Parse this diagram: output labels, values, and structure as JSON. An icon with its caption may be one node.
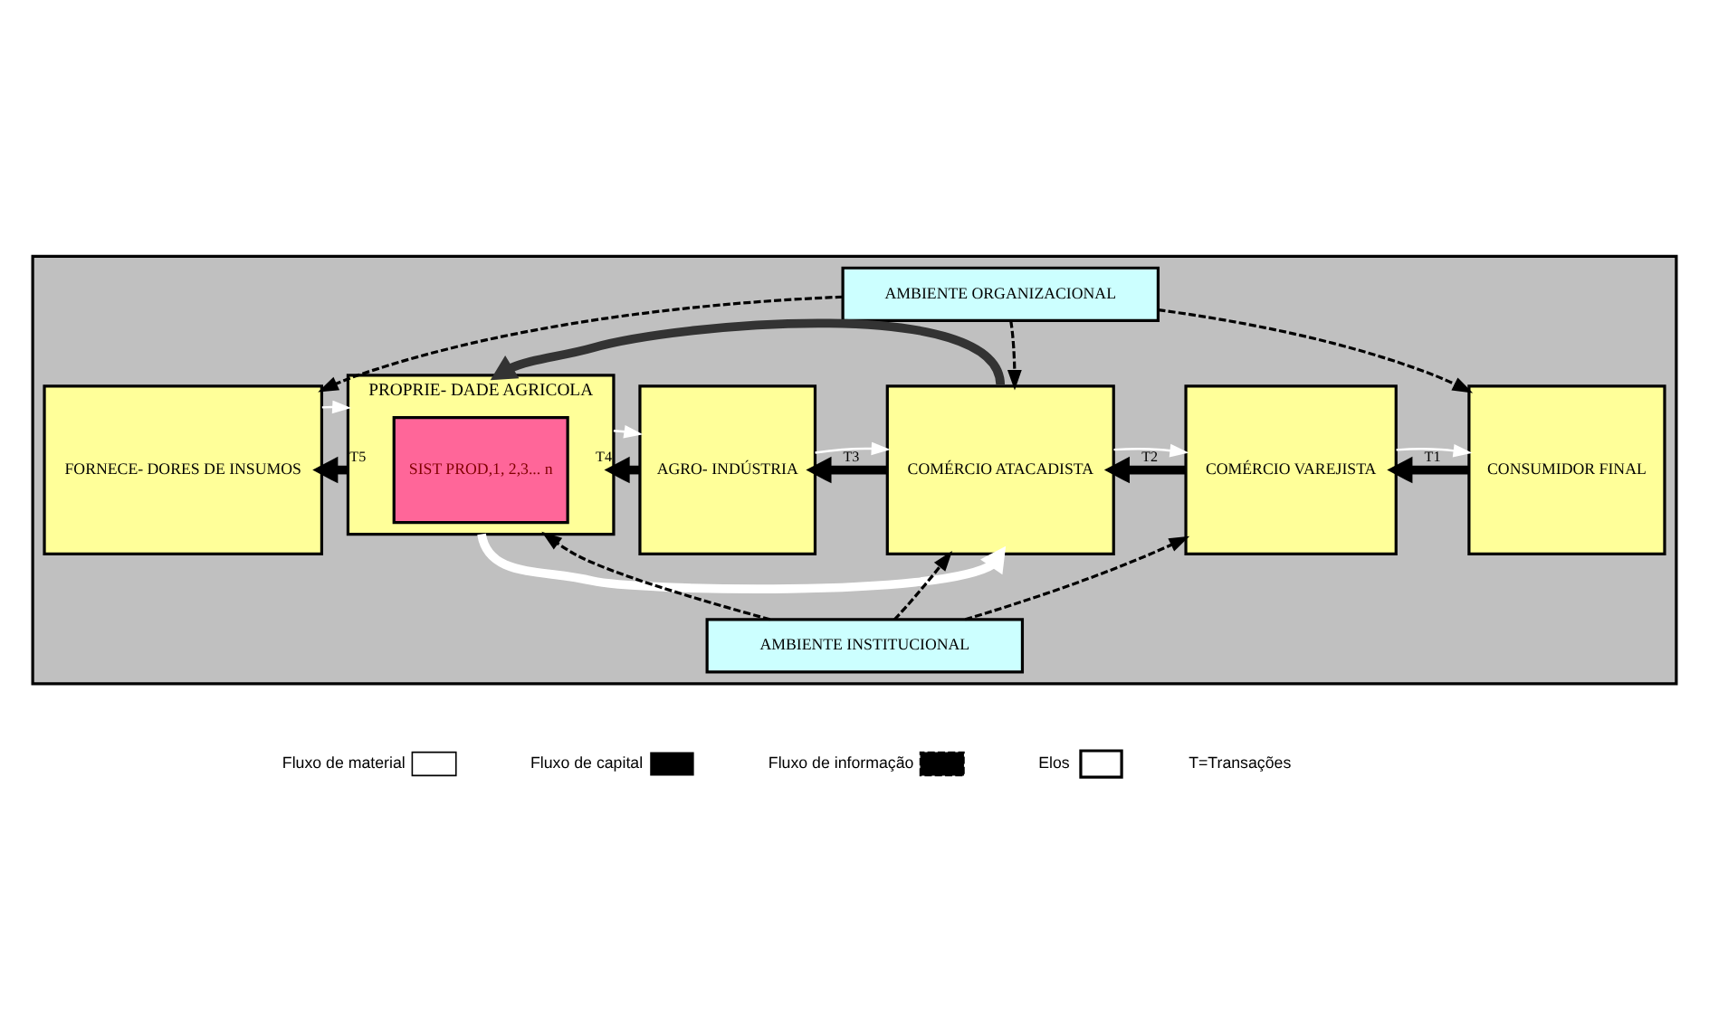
{
  "diagram": {
    "nodes": [
      {
        "text": [],
        "shape": "box"
      },
      {
        "text": [
          "AMBIENTE ORGANIZACIONAL"
        ],
        "in": 0
      },
      {
        "text": [
          "FORNECE- DORES DE INSUMOS"
        ],
        "in": 0
      },
      {
        "text": [
          "PROPRIE- DADE AGRICOLA"
        ],
        "in": 0
      },
      {
        "text": [
          "SIST PROD,1, 2,3... n"
        ],
        "in": 3
      },
      {
        "text": [
          "AGRO- INDÚSTRIA"
        ],
        "in": 0
      },
      {
        "text": [
          "COMÉRCIO ATACADISTA"
        ],
        "in": 0
      },
      {
        "text": [
          "COMÉRCIO VAREJISTA"
        ],
        "in": 0
      },
      {
        "text": [
          "CONSUMIDOR FINAL"
        ],
        "in": 0
      },
      {
        "text": [
          "AMBIENTE INSTITUCIONAL"
        ],
        "in": 0
      }
    ],
    "edges": [
      {
        "from": 1,
        "to": 2,
        "arrow": "to",
        "style": "dashed"
      },
      {
        "from": 1,
        "to": 6,
        "arrow": "to",
        "style": "dashed"
      },
      {
        "from": 1,
        "to": 8,
        "arrow": "to",
        "style": "dashed"
      },
      {
        "from": 3,
        "to": 6,
        "arrow": "to",
        "style": "thick",
        "color": "#ffffff"
      },
      {
        "from": 2,
        "to": 3,
        "arrow": "to",
        "color": "#ffffff"
      },
      {
        "from": 3,
        "to": 2,
        "arrow": "to",
        "style": "thick",
        "label": "T5"
      },
      {
        "from": 3,
        "to": 5,
        "arrow": "to",
        "color": "#ffffff"
      },
      {
        "from": 5,
        "to": 3,
        "arrow": "to",
        "style": "thick",
        "label": "T4"
      },
      {
        "from": 5,
        "to": 6,
        "arrow": "to",
        "color": "#ffffff"
      },
      {
        "from": 6,
        "to": 5,
        "arrow": "to",
        "style": "thick",
        "label": "T3"
      },
      {
        "from": 6,
        "to": 7,
        "arrow": "to",
        "color": "#ffffff"
      },
      {
        "from": 7,
        "to": 6,
        "arrow": "to",
        "style": "thick",
        "label": "T2"
      },
      {
        "from": 7,
        "to": 8,
        "arrow": "to",
        "color": "#ffffff"
      },
      {
        "from": 8,
        "to": 7,
        "arrow": "to",
        "style": "thick",
        "label": "T1"
      },
      {
        "from": 6,
        "to": 3,
        "arrow": "to",
        "style": "thick",
        "color": "#333333"
      },
      {
        "from": 9,
        "to": 3,
        "arrow": "to",
        "style": "dashed"
      },
      {
        "from": 9,
        "to": 6,
        "arrow": "to",
        "style": "dashed"
      },
      {
        "from": 9,
        "to": 7,
        "arrow": "to",
        "style": "dashed"
      }
    ],
    "labels": [
      "T=Transações"
    ],
    "legend": [
      {
        "text": "Fluxo de material"
      },
      {
        "text": "Fluxo de capital"
      },
      {
        "text": "Fluxo de informação"
      },
      {
        "text": "Elos"
      }
    ]
  }
}
